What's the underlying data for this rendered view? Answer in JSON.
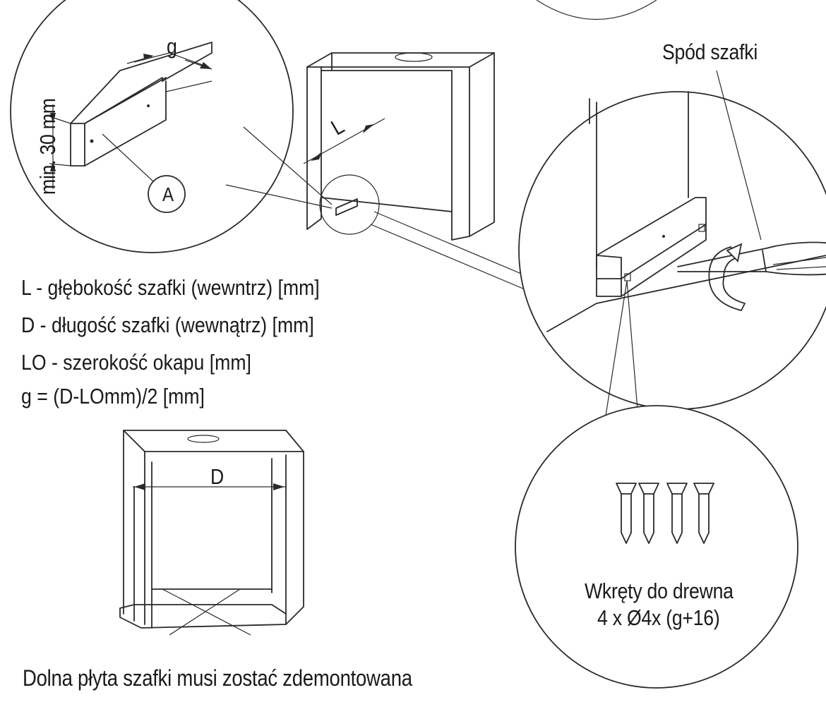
{
  "labels": {
    "gap_g": "g",
    "min_height": "min. 30 mm",
    "callout_a": "A",
    "depth_l": "L",
    "cabinet_bottom": "Spód szafki",
    "width_d": "D",
    "screws_title": "Wkręty do drewna",
    "screws_spec": "4 x Ø4x (g+16)"
  },
  "legend": [
    "L - głębokość szafki (wewntrz) [mm]",
    "D - długość szafki (wewnątrz) [mm]",
    "LO - szerokość okapu [mm]",
    "g = (D-LOmm)/2 [mm]"
  ],
  "caption": "Dolna płyta szafki musi zostać zdemontowana"
}
